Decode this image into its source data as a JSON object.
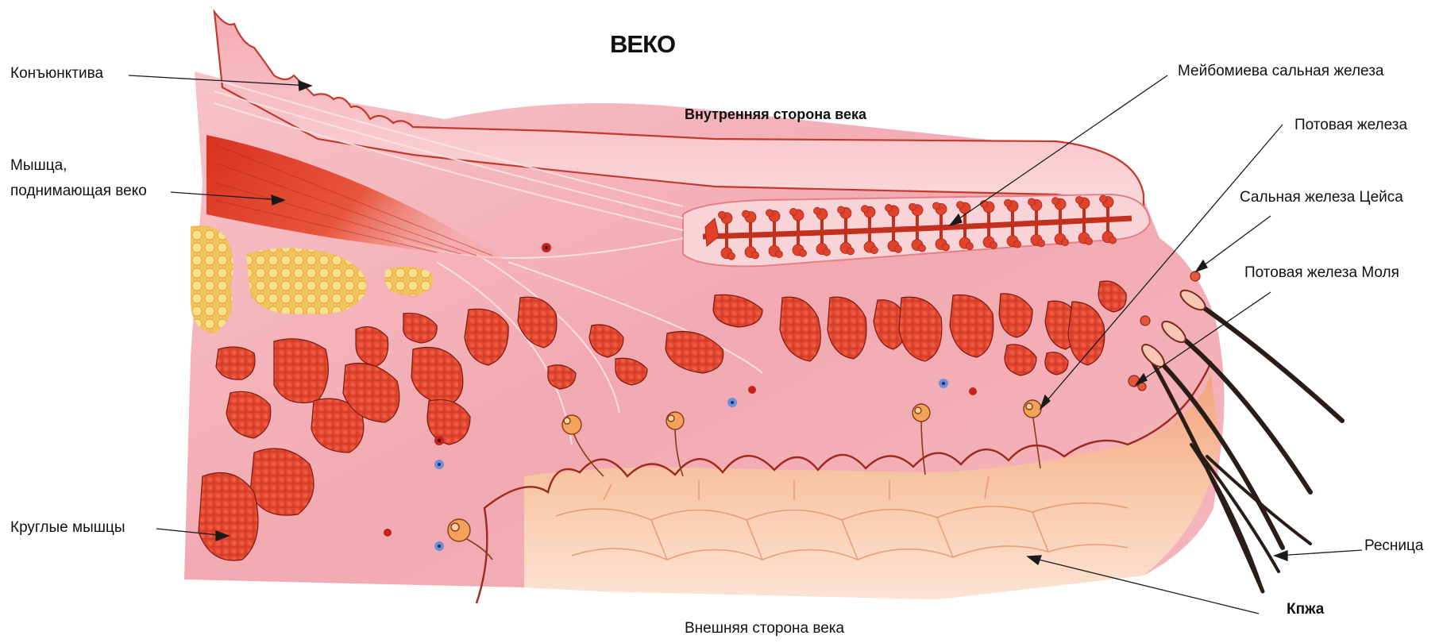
{
  "title": "ВЕКО",
  "sides": {
    "inner": "Внутренняя сторона века",
    "outer": "Внешняя сторона века"
  },
  "labels": {
    "conjunctiva": "Конъюнктива",
    "levator_line1": "Мышца,",
    "levator_line2": "поднимающая веко",
    "round_muscles": "Круглые мышцы",
    "meibomian": "Мейбомиева сальная железа",
    "sweat_gland": "Потовая железа",
    "zeis_gland": "Сальная железа Цейса",
    "moll_gland": "Потовая железа Моля",
    "eyelash": "Ресница",
    "skin": "Кпжа"
  },
  "colors": {
    "tissue": "#f4b0b8",
    "tissue_light": "#f9d2d6",
    "muscle": "#e8442e",
    "muscle_dark": "#b5281c",
    "fat": "#f6d36a",
    "skin": "#f6b48a",
    "lash": "#2a1d18"
  }
}
